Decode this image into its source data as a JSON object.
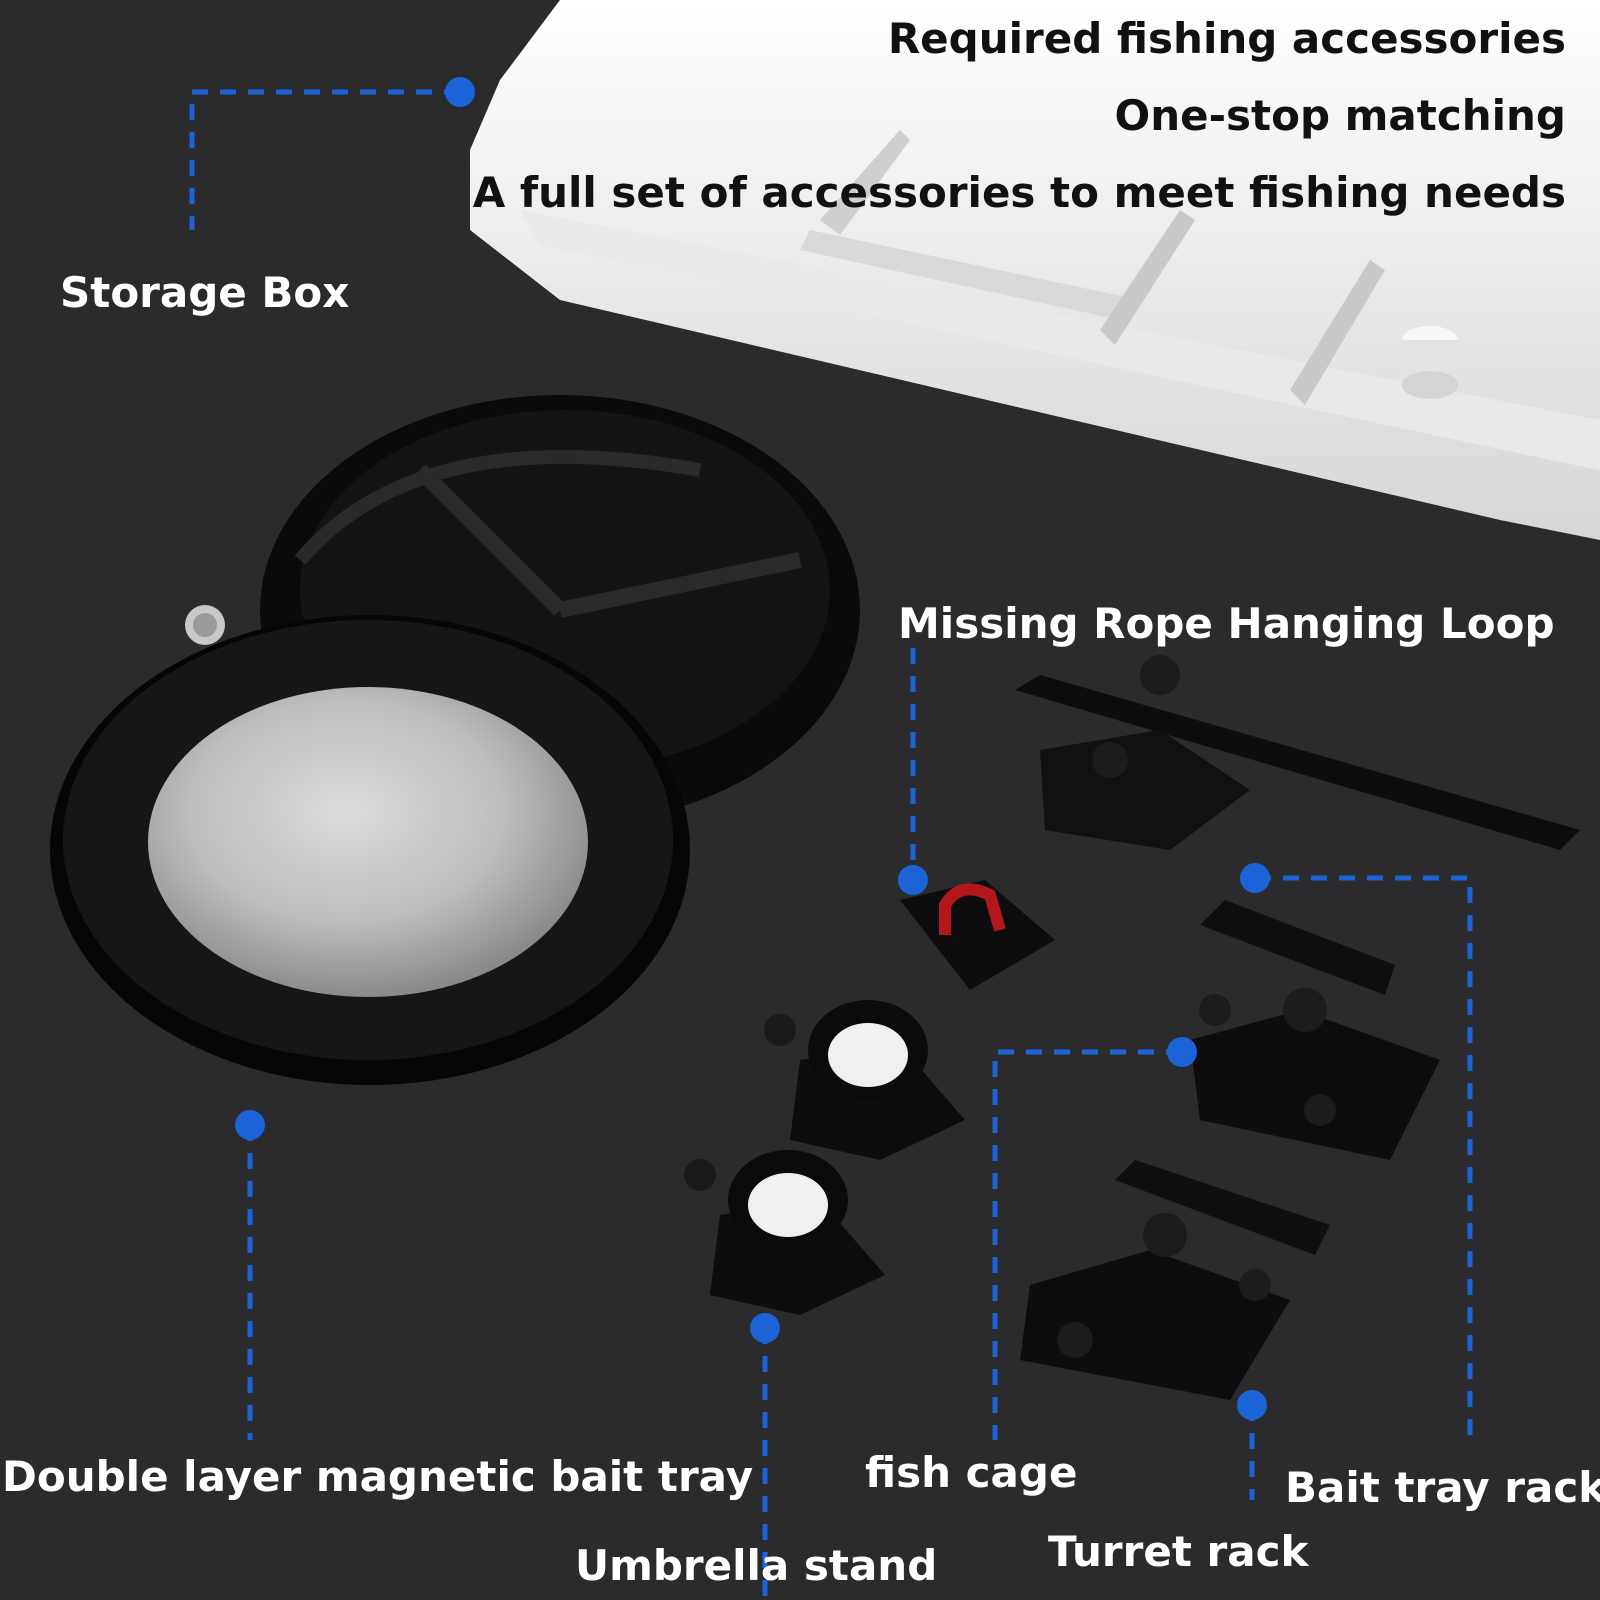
{
  "headline": {
    "line1": "Required fishing accessories",
    "line2": "One-stop matching",
    "line3": "A full set of accessories to meet fishing needs"
  },
  "parts": {
    "storage_box": "Storage Box",
    "hanging_loop": "Missing Rope Hanging Loop",
    "bait_tray": "Double layer magnetic bait tray",
    "umbrella_stand": "Umbrella stand",
    "fish_cage": "fish cage",
    "turret_rack": "Turret rack",
    "bait_tray_rack": "Bait tray rack"
  },
  "colors": {
    "background": "#2b2b2d",
    "leader": "#1b63d6",
    "box": "#f2f2f2",
    "hardware": "#0d0d0f",
    "loop_accent": "#b3171c"
  }
}
